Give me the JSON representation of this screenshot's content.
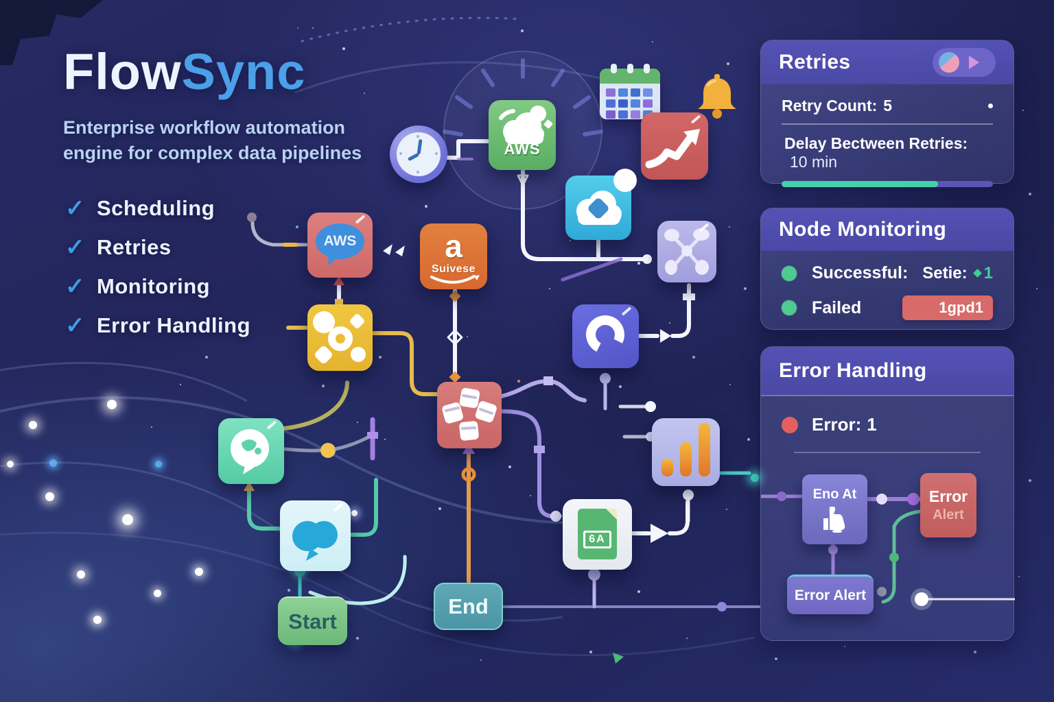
{
  "brand": {
    "name_part1": "Flow",
    "name_part2": "Sync",
    "tagline_line1": "Enterprise workflow automation",
    "tagline_line2": "engine for complex data pipelines"
  },
  "features": [
    {
      "label": "Scheduling"
    },
    {
      "label": "Retries"
    },
    {
      "label": "Monitoring"
    },
    {
      "label": "Error Handling"
    }
  ],
  "panels": {
    "retries": {
      "title": "Retries",
      "retry_count_label": "Retry Count:",
      "retry_count_value": "5",
      "delay_label": "Delay Bectween Retries:",
      "delay_value": "10 min",
      "progress_percent": 74
    },
    "node_monitoring": {
      "title": "Node Monitoring",
      "rows": [
        {
          "label": "Successful:",
          "value": "Setie:",
          "count": "1"
        },
        {
          "label": "Failed",
          "badge": "1gpd1"
        }
      ]
    },
    "error_handling": {
      "title": "Error Handling",
      "error_label": "Error:",
      "error_value": "1",
      "nodes": {
        "end_at": "Eno At",
        "error_alert_line1": "Error",
        "error_alert_line2": "Alert",
        "error_alert_button": "Error Alert"
      }
    }
  },
  "flow": {
    "start_label": "Start",
    "end_label": "End",
    "aws_cloud_label": "AWS",
    "aws_chat_label": "AWS",
    "amazon_letter": "a",
    "amazon_label": "Suivese",
    "sheet_label": "6A"
  },
  "icons": {
    "toggle": "play-arrow",
    "success": "green-dot",
    "failed": "green-dot",
    "error": "red-dot",
    "end_at_node": "thumbs-up",
    "clock": "clock-face",
    "bell": "notification-bell"
  },
  "colors": {
    "accent_blue": "#4ba0e8",
    "success_green": "#4ecb8e",
    "error_red": "#e2615f",
    "progress_teal": "#45d0a8",
    "badge_red": "#d96a6a"
  }
}
